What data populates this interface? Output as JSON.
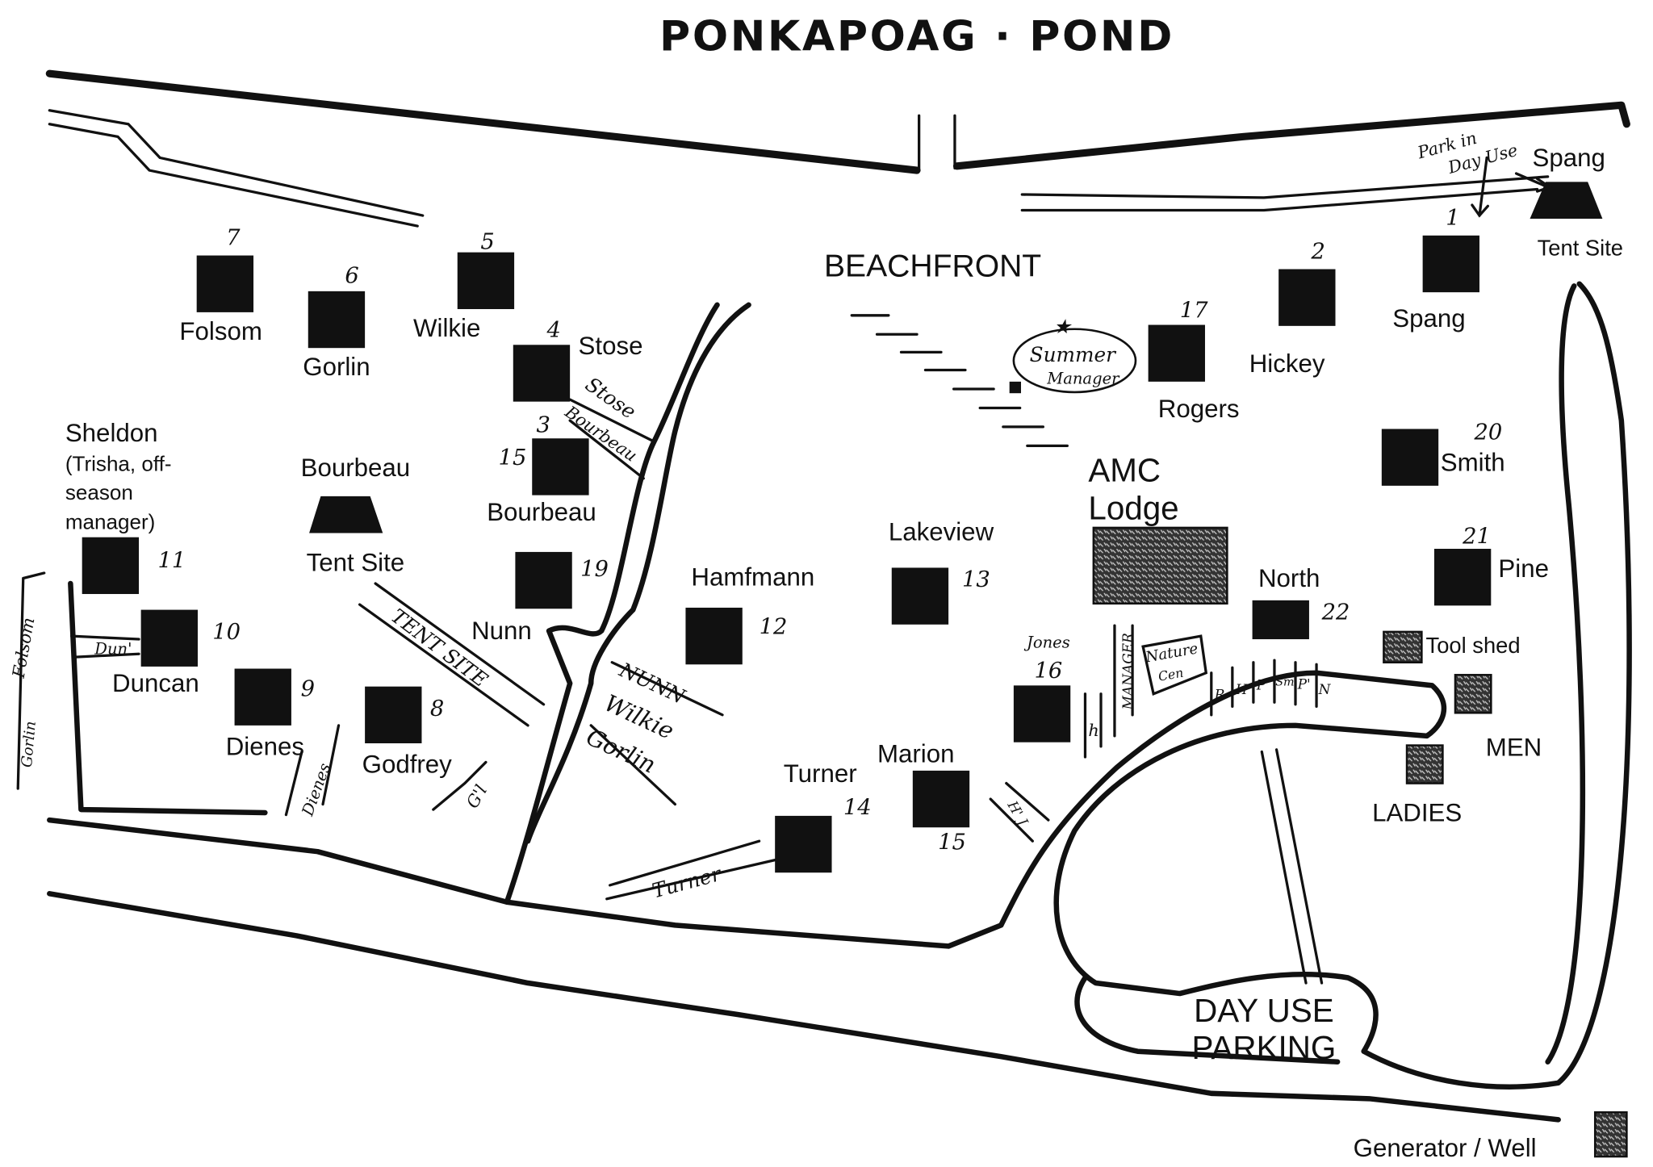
{
  "title": "PONKAPOAG · POND",
  "areas": {
    "beachfront": "BEACHFRONT",
    "amc_lodge_line1": "AMC",
    "amc_lodge_line2": "Lodge",
    "parking_line1": "DAY USE",
    "parking_line2": "PARKING"
  },
  "cabins": [
    {
      "number": "7",
      "name": "Folsom"
    },
    {
      "number": "6",
      "name": "Gorlin"
    },
    {
      "number": "5",
      "name": "Wilkie"
    },
    {
      "number": "4",
      "name": "Stose"
    },
    {
      "number": "3",
      "name": "Bourbeau",
      "alt_number": "15"
    },
    {
      "number": "19",
      "name": "Nunn"
    },
    {
      "number": "12",
      "name": "Hamfmann"
    },
    {
      "number": "13",
      "name": "Lakeview"
    },
    {
      "number": "14",
      "name": "Turner"
    },
    {
      "number": "15",
      "name": "Marion"
    },
    {
      "number": "16",
      "name": "Jones"
    },
    {
      "number": "22",
      "name": "North"
    },
    {
      "number": "17",
      "name": "Rogers"
    },
    {
      "number": "2",
      "name": "Hickey"
    },
    {
      "number": "1",
      "name": "Spang"
    },
    {
      "number": "20",
      "name": "Smith"
    },
    {
      "number": "21",
      "name": "Pine"
    },
    {
      "number": "11",
      "name": "Sheldon"
    },
    {
      "number": "10",
      "name": "Duncan"
    },
    {
      "number": "9",
      "name": "Dienes"
    },
    {
      "number": "8",
      "name": "Godfrey"
    }
  ],
  "sheldon_note": [
    "(Trisha, off-",
    "season",
    "manager)"
  ],
  "tent_sites": [
    {
      "name": "Bourbeau",
      "label": "Tent Site"
    },
    {
      "name": "Spang",
      "label": "Tent Site"
    }
  ],
  "facilities": {
    "tool_shed": "Tool shed",
    "men": "MEN",
    "ladies": "LADIES",
    "generator": "Generator / Well"
  },
  "summer_manager": [
    "Summer",
    "Manager"
  ],
  "park_note": [
    "Park in",
    "Day Use"
  ],
  "road_labels": {
    "stose": "Stose",
    "bourbeau": "Bourbeau",
    "tent_site": "TENT SITE",
    "nunn": "NUNN",
    "wilkie": "Wilkie",
    "gorlin": "Gorlin",
    "turner": "Turner",
    "duncan": "Dun'",
    "folsom": "Folsom",
    "gorlin_side": "Gorlin",
    "dienes": "Dienes",
    "godfrey": "G'l",
    "manager": "MANAGER",
    "nature_center": [
      "Nature",
      "Cen"
    ],
    "h": "h",
    "hj": "H' J",
    "lot_slots": [
      "R",
      "H",
      "P",
      "Sm",
      "P'",
      "N"
    ]
  },
  "legend_colors": {
    "ink": "#111111",
    "paper": "#ffffff"
  }
}
